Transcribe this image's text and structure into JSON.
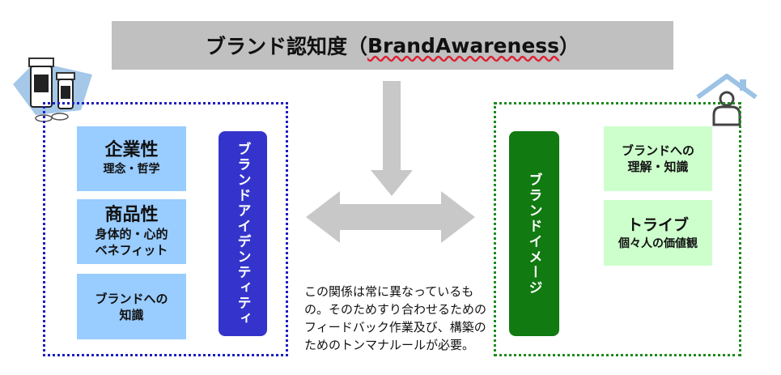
{
  "title": {
    "jp": "ブランド認知度（ ",
    "en": "BrandAwareness",
    "close": "）"
  },
  "left": {
    "boxes": [
      {
        "heading": "企業性",
        "sub": "理念・哲学"
      },
      {
        "heading": "商品性",
        "sub": "身体的・心的\nベネフィット"
      },
      {
        "heading": "",
        "sub": "ブランドへの\n知識"
      }
    ],
    "pill_label": "ブランドアイデンティティ",
    "pill_color": "#3434cc"
  },
  "right": {
    "boxes": [
      {
        "heading": "",
        "sub": "ブランドへの\n理解・知識"
      },
      {
        "heading": "トライブ",
        "sub": "個々人の価値観"
      }
    ],
    "pill_label": "ブランドイメージ",
    "pill_color": "#117a11"
  },
  "note": "この関係は常に異なっているもの。そのためすり合わせるためのフィードバック作業及び、構築のためのトンマナルールが必要。",
  "icons": {
    "left": "medicine-bottles-icon",
    "right": "house-person-icon"
  },
  "colors": {
    "arrow": "#c8c8c8",
    "left_frame": "#1d1dc2",
    "right_frame": "#1e8a1e"
  }
}
